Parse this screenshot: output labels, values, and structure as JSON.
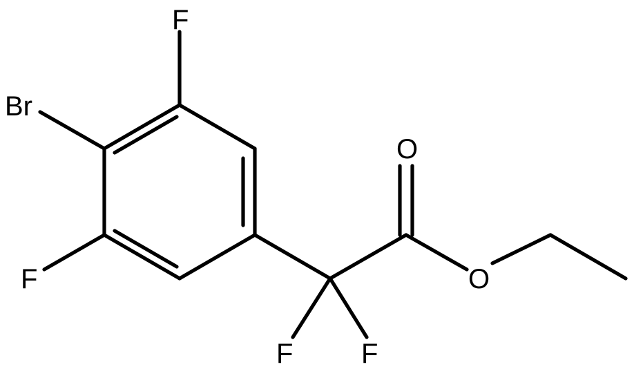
{
  "molecule": {
    "atom_labels": {
      "f_top": "F",
      "br": "Br",
      "f_left": "F",
      "f_bottom_left": "F",
      "f_bottom_right": "F",
      "o_carbonyl": "O",
      "o_ester": "O"
    },
    "colors": {
      "bond": "#000000",
      "label": "#000000",
      "background": "#ffffff"
    }
  }
}
